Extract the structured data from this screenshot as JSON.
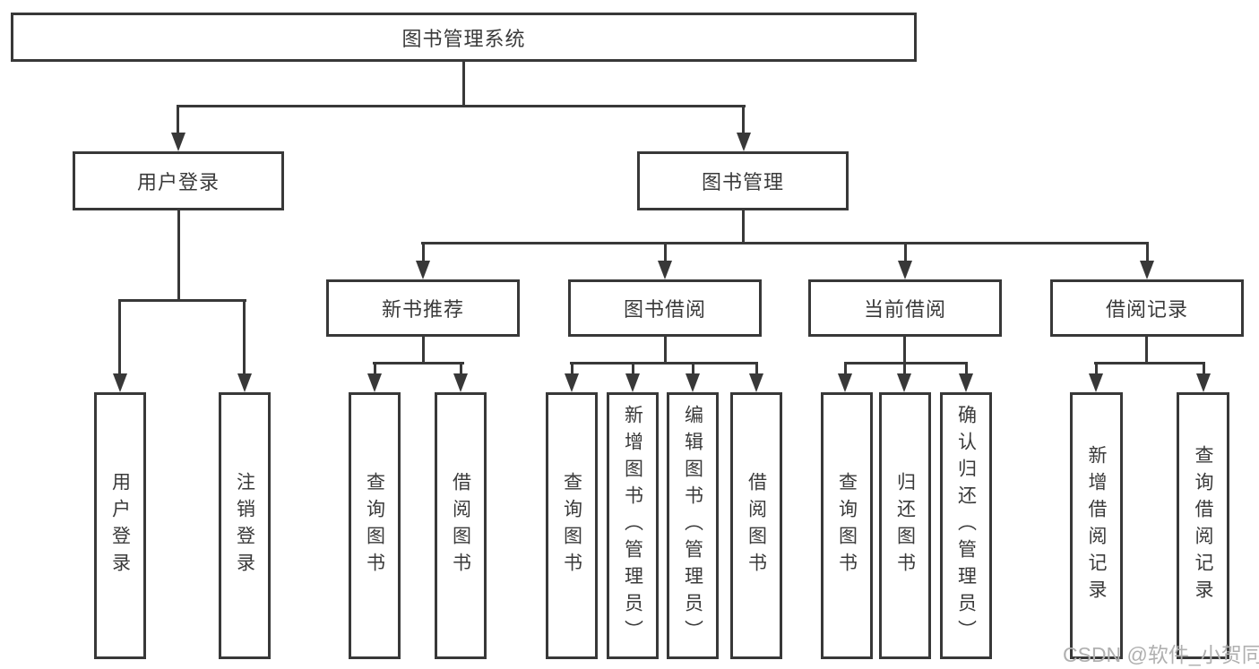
{
  "diagram": {
    "type": "tree",
    "colors": {
      "line": "#383838",
      "text": "#3a3a3a",
      "watermark": "#b0b0b0",
      "background": "#ffffff"
    },
    "nodes": {
      "root": "图书管理系统",
      "level2": [
        "用户登录",
        "图书管理"
      ],
      "level3": [
        "新书推荐",
        "图书借阅",
        "当前借阅",
        "借阅记录"
      ],
      "leaves_user_login": [
        "用户登录",
        "注销登录"
      ],
      "leaves_new_book": [
        "查询图书",
        "借阅图书"
      ],
      "leaves_book_borrow": [
        "查询图书",
        "新增图书（管理员）",
        "编辑图书（管理员）",
        "借阅图书"
      ],
      "leaves_current_borrow": [
        "查询图书",
        "归还图书",
        "确认归还（管理员）"
      ],
      "leaves_borrow_records": [
        "新增借阅记录",
        "查询借阅记录"
      ]
    },
    "hierarchy": {
      "图书管理系统": [
        "用户登录",
        "图书管理"
      ],
      "用户登录": [
        "用户登录",
        "注销登录"
      ],
      "图书管理": [
        "新书推荐",
        "图书借阅",
        "当前借阅",
        "借阅记录"
      ],
      "新书推荐": [
        "查询图书",
        "借阅图书"
      ],
      "图书借阅": [
        "查询图书",
        "新增图书（管理员）",
        "编辑图书（管理员）",
        "借阅图书"
      ],
      "当前借阅": [
        "查询图书",
        "归还图书",
        "确认归还（管理员）"
      ],
      "借阅记录": [
        "新增借阅记录",
        "查询借阅记录"
      ]
    }
  },
  "watermark": "CSDN @软件_小贺同学"
}
